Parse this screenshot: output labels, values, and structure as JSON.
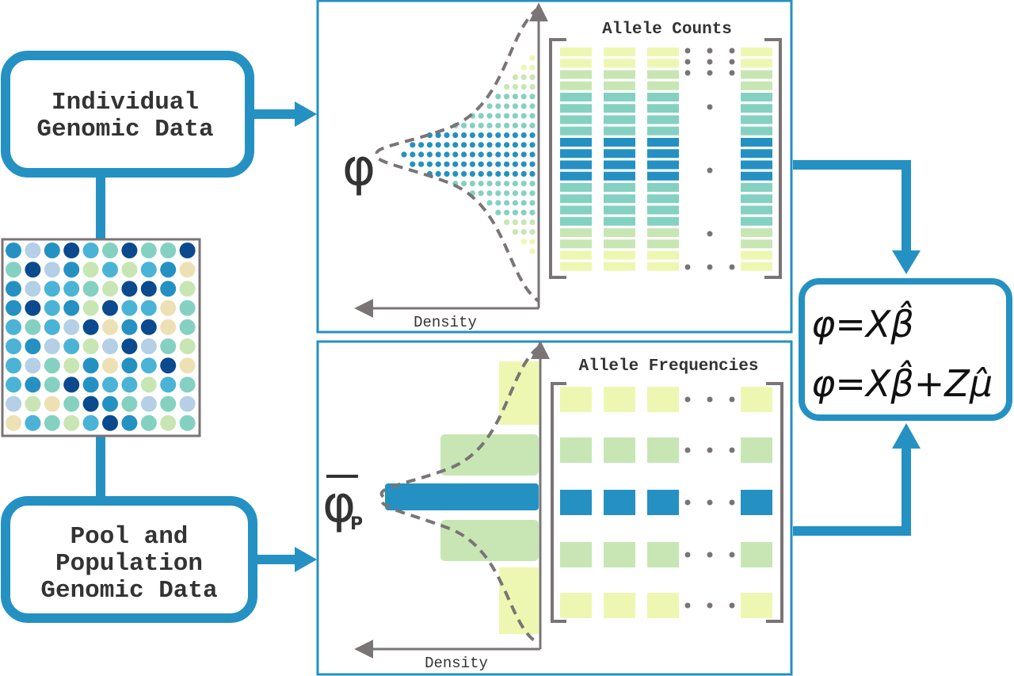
{
  "colors": {
    "primary_blue": "#2491c2",
    "dark_blue": "#0b4a8e",
    "mid_blue": "#4bb3d6",
    "light_blue": "#b4cfe6",
    "teal": "#85d1c1",
    "light_green": "#c7e6b4",
    "green": "#bfe0a0",
    "pale_yellow": "#eef7b2",
    "beige": "#ede0b4",
    "gray": "#7a7475"
  },
  "left": {
    "individual_box": {
      "line1": "Individual",
      "line2": "Genomic Data"
    },
    "pool_box": {
      "line1": "Pool and",
      "line2": "Population",
      "line3": "Genomic Data"
    },
    "dot_grid_icon": "matrix-dots"
  },
  "top_panel": {
    "symbol": "φ",
    "title": "Allele Counts",
    "axis_label": "Density",
    "ellipsis": "• • •"
  },
  "bottom_panel": {
    "symbol": "φ",
    "subscript": "P",
    "title": "Allele Frequencies",
    "axis_label": "Density",
    "ellipsis": "• • •"
  },
  "equations": {
    "eq1": "φ=Xβ̂",
    "eq2": "φ=Xβ̂+Zμ̂"
  }
}
